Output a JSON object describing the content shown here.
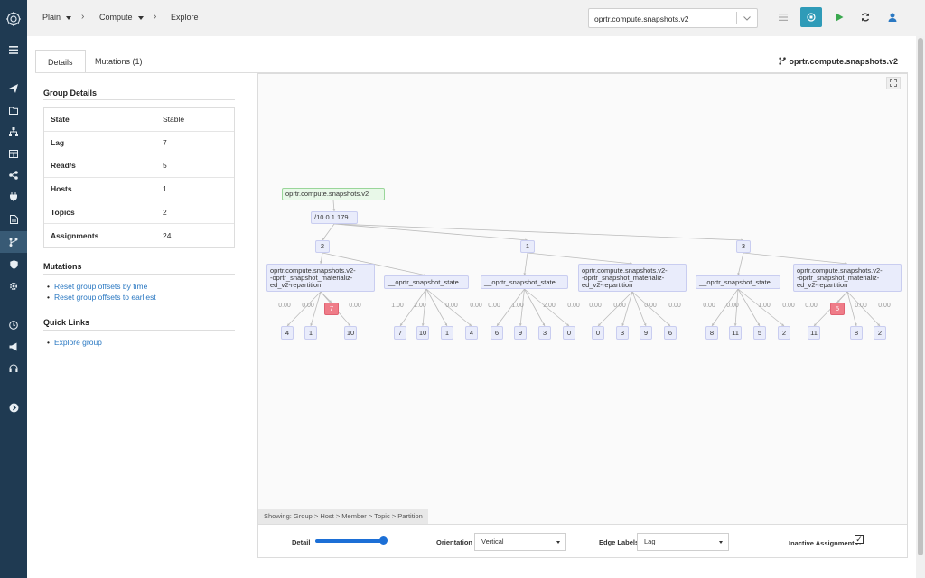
{
  "header": {
    "breadcrumbs": [
      "Plain",
      "Compute",
      "Explore"
    ],
    "group_select": "oprtr.compute.snapshots.v2"
  },
  "tabs": [
    "Details",
    "Mutations (1)"
  ],
  "group_name": "oprtr.compute.snapshots.v2",
  "group_details": {
    "title": "Group Details",
    "rows": [
      {
        "k": "State",
        "v": "Stable"
      },
      {
        "k": "Lag",
        "v": "7"
      },
      {
        "k": "Read/s",
        "v": "5"
      },
      {
        "k": "Hosts",
        "v": "1"
      },
      {
        "k": "Topics",
        "v": "2"
      },
      {
        "k": "Assignments",
        "v": "24"
      }
    ]
  },
  "mutations": {
    "title": "Mutations",
    "links": [
      "Reset group offsets by time",
      "Reset group offsets to earliest"
    ]
  },
  "quick_links": {
    "title": "Quick Links",
    "links": [
      "Explore group"
    ]
  },
  "graph": {
    "root": "oprtr.compute.snapshots.v2",
    "host": "/10.0.1.179",
    "members": [
      "2",
      "1",
      "3"
    ],
    "topics": [
      "oprtr.compute.snapshots.v2-oprtr_snapshot_materialized_v2-repartition",
      "__oprtr_snapshot_state",
      "__oprtr_snapshot_state",
      "oprtr.compute.snapshots.v2-oprtr_snapshot_materialized_v2-repartition",
      "__oprtr_snapshot_state",
      "oprtr.compute.snapshots.v2-oprtr_snapshot_materialized_v2-repartition"
    ],
    "topic_lines": [
      [
        "oprtr.compute.snapshots.v2-",
        "-oprtr_snapshot_materializ-",
        "ed_v2-repartition"
      ],
      [
        "__oprtr_snapshot_state"
      ],
      [
        "__oprtr_snapshot_state"
      ],
      [
        "oprtr.compute.snapshots.v2-",
        "-oprtr_snapshot_materializ-",
        "ed_v2-repartition"
      ],
      [
        "__oprtr_snapshot_state"
      ],
      [
        "oprtr.compute.snapshots.v2-",
        "-oprtr_snapshot_materializ-",
        "ed_v2-repartition"
      ]
    ],
    "partitions": [
      {
        "topic": 0,
        "id": "4",
        "lag": "0.00"
      },
      {
        "topic": 0,
        "id": "1",
        "lag": "0.00"
      },
      {
        "topic": 0,
        "id": "7",
        "lag": "",
        "hot": true
      },
      {
        "topic": 0,
        "id": "10",
        "lag": "0.00"
      },
      {
        "topic": 1,
        "id": "7",
        "lag": "1.00"
      },
      {
        "topic": 1,
        "id": "10",
        "lag": "2.00"
      },
      {
        "topic": 1,
        "id": "1",
        "lag": "0.00"
      },
      {
        "topic": 1,
        "id": "4",
        "lag": "0.00"
      },
      {
        "topic": 2,
        "id": "6",
        "lag": "0.00"
      },
      {
        "topic": 2,
        "id": "9",
        "lag": "1.00"
      },
      {
        "topic": 2,
        "id": "3",
        "lag": "2.00"
      },
      {
        "topic": 2,
        "id": "0",
        "lag": "0.00"
      },
      {
        "topic": 3,
        "id": "0",
        "lag": "0.00"
      },
      {
        "topic": 3,
        "id": "3",
        "lag": "0.00"
      },
      {
        "topic": 3,
        "id": "9",
        "lag": "0.00"
      },
      {
        "topic": 3,
        "id": "6",
        "lag": "0.00"
      },
      {
        "topic": 4,
        "id": "8",
        "lag": "0.00"
      },
      {
        "topic": 4,
        "id": "11",
        "lag": "0.00"
      },
      {
        "topic": 4,
        "id": "5",
        "lag": "1.00"
      },
      {
        "topic": 4,
        "id": "2",
        "lag": "0.00"
      },
      {
        "topic": 5,
        "id": "11",
        "lag": "0.00"
      },
      {
        "topic": 5,
        "id": "5",
        "lag": "",
        "hot": true
      },
      {
        "topic": 5,
        "id": "8",
        "lag": "0.00"
      },
      {
        "topic": 5,
        "id": "2",
        "lag": "0.00"
      }
    ]
  },
  "showing_label": "Showing: Group > Host > Member > Topic > Partition",
  "controls": {
    "detail_label": "Detail",
    "detail_value": 1.0,
    "orientation_label": "Orientation",
    "orientation_value": "Vertical",
    "edge_labels_label": "Edge Labels",
    "edge_labels_value": "Lag",
    "inactive_label": "Inactive Assignments?",
    "inactive_checked": true
  },
  "colors": {
    "sidebar": "#1f3a52",
    "accent": "#2a78c2",
    "active_button": "#2f9bb8",
    "play": "#3aa84e",
    "hot_partition": "#ef7c88",
    "root_node": "#e8f8e8"
  },
  "icons": [
    "logo-icon",
    "menu-icon",
    "send-icon",
    "folder-icon",
    "sitemap-icon",
    "table-icon",
    "share-icon",
    "plug-icon",
    "file-icon",
    "branch-icon",
    "shield-icon",
    "settings-icon",
    "clock-icon",
    "megaphone-icon",
    "headset-icon",
    "arrow-right-icon"
  ]
}
